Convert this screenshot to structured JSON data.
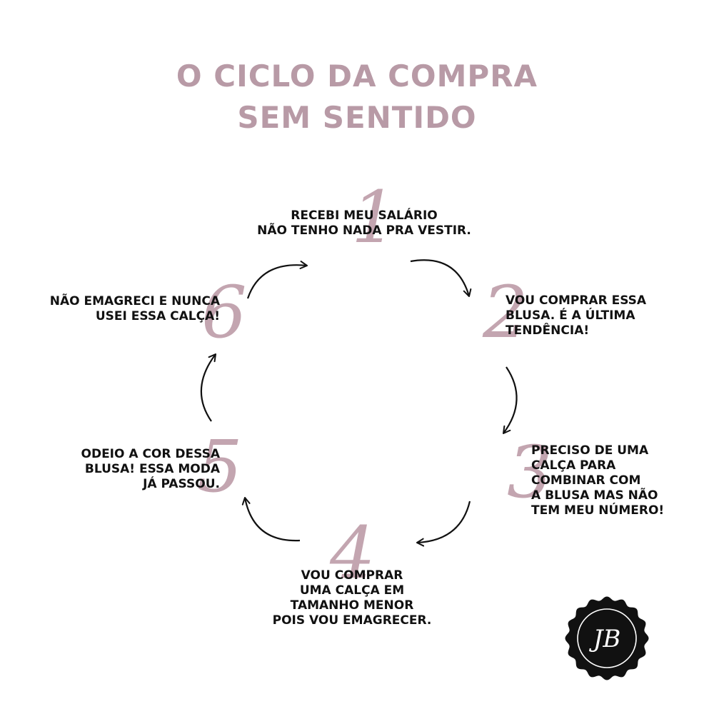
{
  "title": {
    "line1": "O CICLO DA COMPRA",
    "line2": "SEM SENTIDO"
  },
  "steps": [
    {
      "num": "1",
      "lines": [
        "RECEBI MEU SALÁRIO",
        "NÃO TENHO NADA PRA VESTIR."
      ]
    },
    {
      "num": "2",
      "lines": [
        "VOU COMPRAR ESSA",
        "BLUSA. É A ÚLTIMA",
        "TENDÊNCIA!"
      ]
    },
    {
      "num": "3",
      "lines": [
        "PRECISO DE UMA",
        "CALÇA PARA",
        "COMBINAR COM",
        "A BLUSA MAS NÃO",
        "TEM MEU NÚMERO!"
      ]
    },
    {
      "num": "4",
      "lines": [
        "VOU COMPRAR",
        "UMA CALÇA EM",
        "TAMANHO MENOR",
        "POIS VOU EMAGRECER."
      ]
    },
    {
      "num": "5",
      "lines": [
        "ODEIO A COR DESSA",
        "BLUSA! ESSA MODA",
        "JÁ PASSOU."
      ]
    },
    {
      "num": "6",
      "lines": [
        "NÃO EMAGRECI E NUNCA",
        "USEI ESSA CALÇA!"
      ]
    }
  ],
  "logo": {
    "monogram": "JB"
  },
  "colors": {
    "accent": "#b89aa6",
    "number": "#c3a5b0",
    "text": "#111111",
    "arrow": "#111111"
  }
}
